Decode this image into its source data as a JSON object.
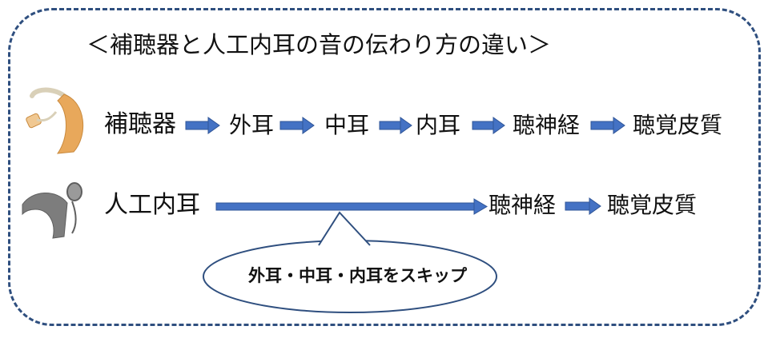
{
  "title": "＜補聴器と人工内耳の音の伝わり方の違い＞",
  "colors": {
    "frame_border": "#2f4f7f",
    "arrow_fill": "#4472c4",
    "arrow_outline": "#2f5597",
    "hearing_aid_body": "#e8a85b",
    "implant_body": "#7d7d7d"
  },
  "hearing_aid_row": {
    "icon": "hearing-aid-icon",
    "label": "補聴器",
    "steps": [
      "外耳",
      "中耳",
      "内耳",
      "聴神経",
      "聴覚皮質"
    ]
  },
  "cochlear_implant_row": {
    "icon": "cochlear-implant-icon",
    "label": "人工内耳",
    "steps": [
      "聴神経",
      "聴覚皮質"
    ]
  },
  "callout": {
    "text": "外耳・中耳・内耳をスキップ"
  }
}
